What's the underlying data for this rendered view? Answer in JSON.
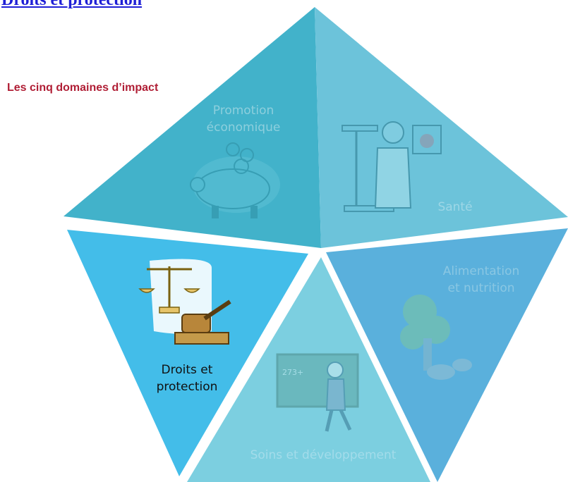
{
  "header": {
    "link_text": "Droits et protection"
  },
  "diagram": {
    "title": "Les cinq domaines d’impact",
    "segments": [
      {
        "id": "economic",
        "line1": "Promotion",
        "line2": "économique",
        "icon": "piggy-bank-icon",
        "selected": false
      },
      {
        "id": "health",
        "line1": "Santé",
        "line2": "",
        "icon": "doctor-scale-icon",
        "selected": false
      },
      {
        "id": "nutrition",
        "line1": "Alimentation",
        "line2": "et nutrition",
        "icon": "vegetables-icon",
        "selected": false
      },
      {
        "id": "care",
        "line1": "Soins et développement",
        "line2": "",
        "icon": "teacher-blackboard-icon",
        "selected": false
      },
      {
        "id": "rights",
        "line1": "Droits et",
        "line2": "protection",
        "icon": "scales-gavel-icon",
        "selected": true
      }
    ],
    "blackboard_text": "273+"
  },
  "colors": {
    "segment_top": "#42b2ca",
    "segment_health": "#6cc3da",
    "segment_nutrition": "#5ab0dc",
    "segment_care": "#7ccfe0",
    "segment_selected": "#43bde9",
    "title_red": "#b01e35",
    "link_blue": "#1f1fd6"
  }
}
